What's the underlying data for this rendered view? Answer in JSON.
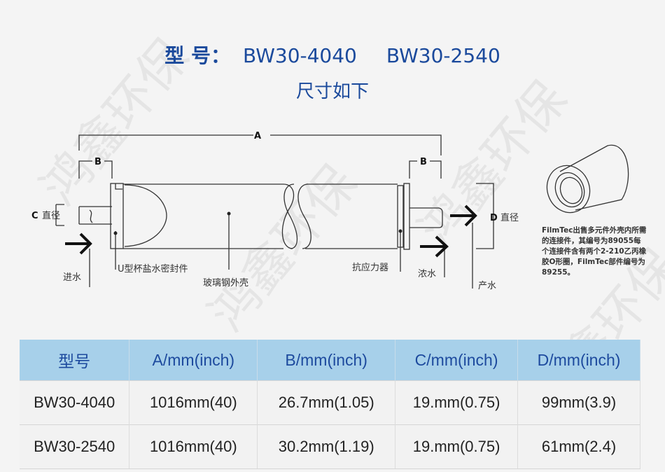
{
  "heading": {
    "label": "型 号：",
    "model1": "BW30-4040",
    "model2": "BW30-2540",
    "subtitle": "尺寸如下"
  },
  "diagram": {
    "dim_a": "A",
    "dim_b": "B",
    "dim_c": "C",
    "dim_d": "D",
    "diameter": "直径",
    "inlet": "进水",
    "seal": "U型杯盐水密封件",
    "shell": "玻璃钢外壳",
    "anti_telescoping": "抗应力器",
    "concentrate": "浓水",
    "permeate": "产水",
    "note": "FilmTec出售多元件外壳内所需的连接件，其编号为89055每个连接件含有两个2-210乙丙橡胶O形圈，FilmTec部件编号为89255。"
  },
  "table": {
    "headers": [
      "型号",
      "A/mm(inch)",
      "B/mm(inch)",
      "C/mm(inch)",
      "D/mm(inch)"
    ],
    "rows": [
      [
        "BW30-4040",
        "1016mm(40)",
        "26.7mm(1.05)",
        "19.mm(0.75)",
        "99mm(3.9)"
      ],
      [
        "BW30-2540",
        "1016mm(40)",
        "30.2mm(1.19)",
        "19.mm(0.75)",
        "61mm(2.4)"
      ]
    ]
  },
  "watermark": "鸿鑫环保",
  "colors": {
    "title": "#1b4a9c",
    "header_bg": "#a7d0ea"
  }
}
